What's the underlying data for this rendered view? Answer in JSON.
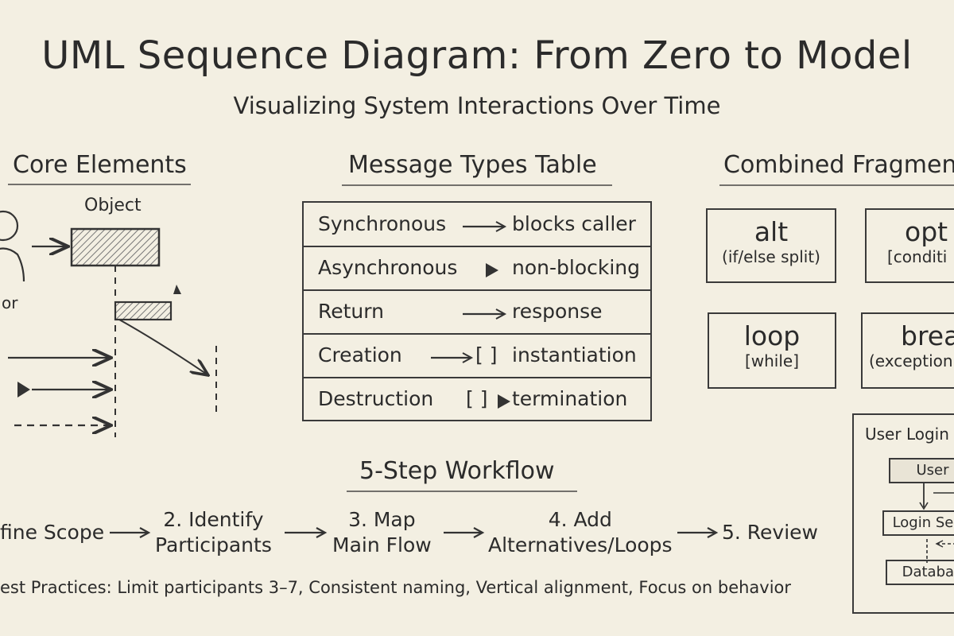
{
  "header": {
    "title": "UML Sequence Diagram: From Zero to Model",
    "subtitle": "Visualizing System Interactions Over Time"
  },
  "core_elements": {
    "heading": "Core Elements",
    "object_label": "Object",
    "actor_label": "or"
  },
  "message_types": {
    "heading": "Message Types Table",
    "rows": [
      {
        "type": "Synchronous",
        "meaning": "blocks caller",
        "symbol": "solid-arrow"
      },
      {
        "type": "Asynchronous",
        "meaning": "non-blocking",
        "symbol": "filled-triangle"
      },
      {
        "type": "Return",
        "meaning": "response",
        "symbol": "solid-arrow"
      },
      {
        "type": "Creation",
        "meaning": "instantiation",
        "symbol": "arrow-to-box",
        "box_text": "[ ]"
      },
      {
        "type": "Destruction",
        "meaning": "termination",
        "symbol": "box-to-triangle",
        "box_text": "[ ]"
      }
    ]
  },
  "combined_fragments": {
    "heading": "Combined Fragmen",
    "items": [
      {
        "keyword": "alt",
        "detail": "(if/else split)"
      },
      {
        "keyword": "opt",
        "detail": "[conditi"
      },
      {
        "keyword": "loop",
        "detail": "[while]"
      },
      {
        "keyword": "breal",
        "detail": "(exception"
      }
    ]
  },
  "example": {
    "title": "User Login",
    "participants": [
      "User",
      "Login Serv",
      "Databas"
    ]
  },
  "workflow": {
    "heading": "5-Step Workflow",
    "steps": [
      {
        "line1": "fine Scope",
        "line2": ""
      },
      {
        "line1": "2. Identify",
        "line2": "Participants"
      },
      {
        "line1": "3. Map",
        "line2": "Main Flow"
      },
      {
        "line1": "4. Add",
        "line2": "Alternatives/Loops"
      },
      {
        "line1": "5. Review",
        "line2": ""
      }
    ]
  },
  "best_practices": "est Practices: Limit participants 3–7, Consistent naming, Vertical alignment, Focus on behavior"
}
